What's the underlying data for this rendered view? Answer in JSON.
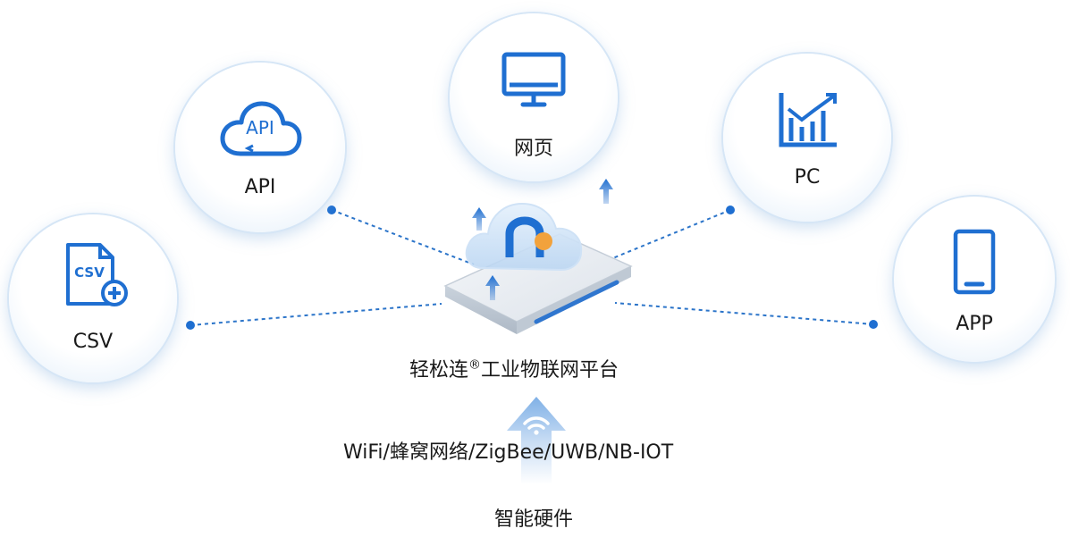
{
  "nodes": {
    "web": {
      "label": "网页",
      "icon": "monitor-icon"
    },
    "api": {
      "label": "API",
      "icon_text": "API",
      "icon": "cloud-api-icon"
    },
    "pc": {
      "label": "PC",
      "icon": "line-chart-icon"
    },
    "csv": {
      "label": "CSV",
      "icon_text": "CSV",
      "icon": "csv-file-add-icon"
    },
    "app": {
      "label": "APP",
      "icon": "smartphone-icon"
    }
  },
  "platform": {
    "name_prefix": "轻松连",
    "registered_mark": "®",
    "name_suffix": "工业物联网平台",
    "icon": "cloud-device-icon"
  },
  "protocols": "WiFi/蜂窝网络/ZigBee/UWB/NB-IOT",
  "hardware": "智能硬件",
  "colors": {
    "accent": "#1f6fd1",
    "line": "#2b74c9",
    "circle_border": "#d6e6f6"
  }
}
